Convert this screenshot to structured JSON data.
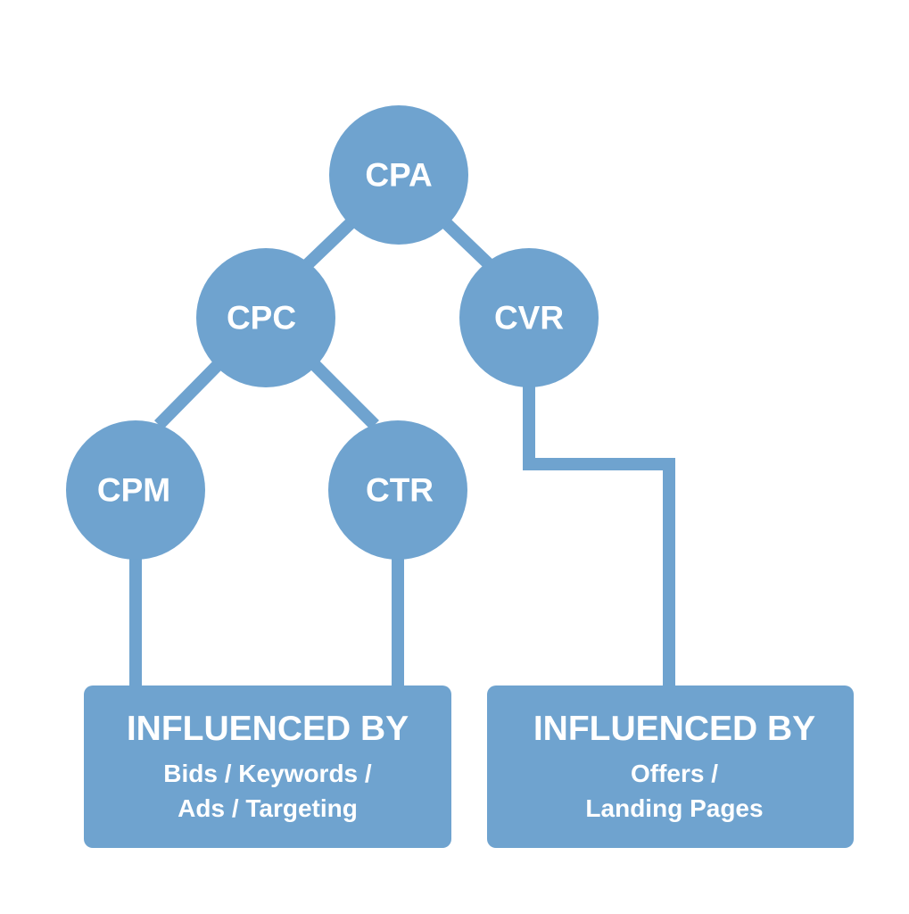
{
  "nodes": {
    "cpa": "CPA",
    "cpc": "CPC",
    "cvr": "CVR",
    "cpm": "CPM",
    "ctr": "CTR"
  },
  "boxes": {
    "left": {
      "heading": "INFLUENCED BY",
      "lines": [
        "Bids / Keywords /",
        "Ads / Targeting"
      ]
    },
    "right": {
      "heading": "INFLUENCED BY",
      "lines": [
        "Offers /",
        "Landing Pages"
      ]
    }
  },
  "colors": {
    "node_fill": "#6fa3cf",
    "text": "#ffffff",
    "background": "#ffffff"
  }
}
